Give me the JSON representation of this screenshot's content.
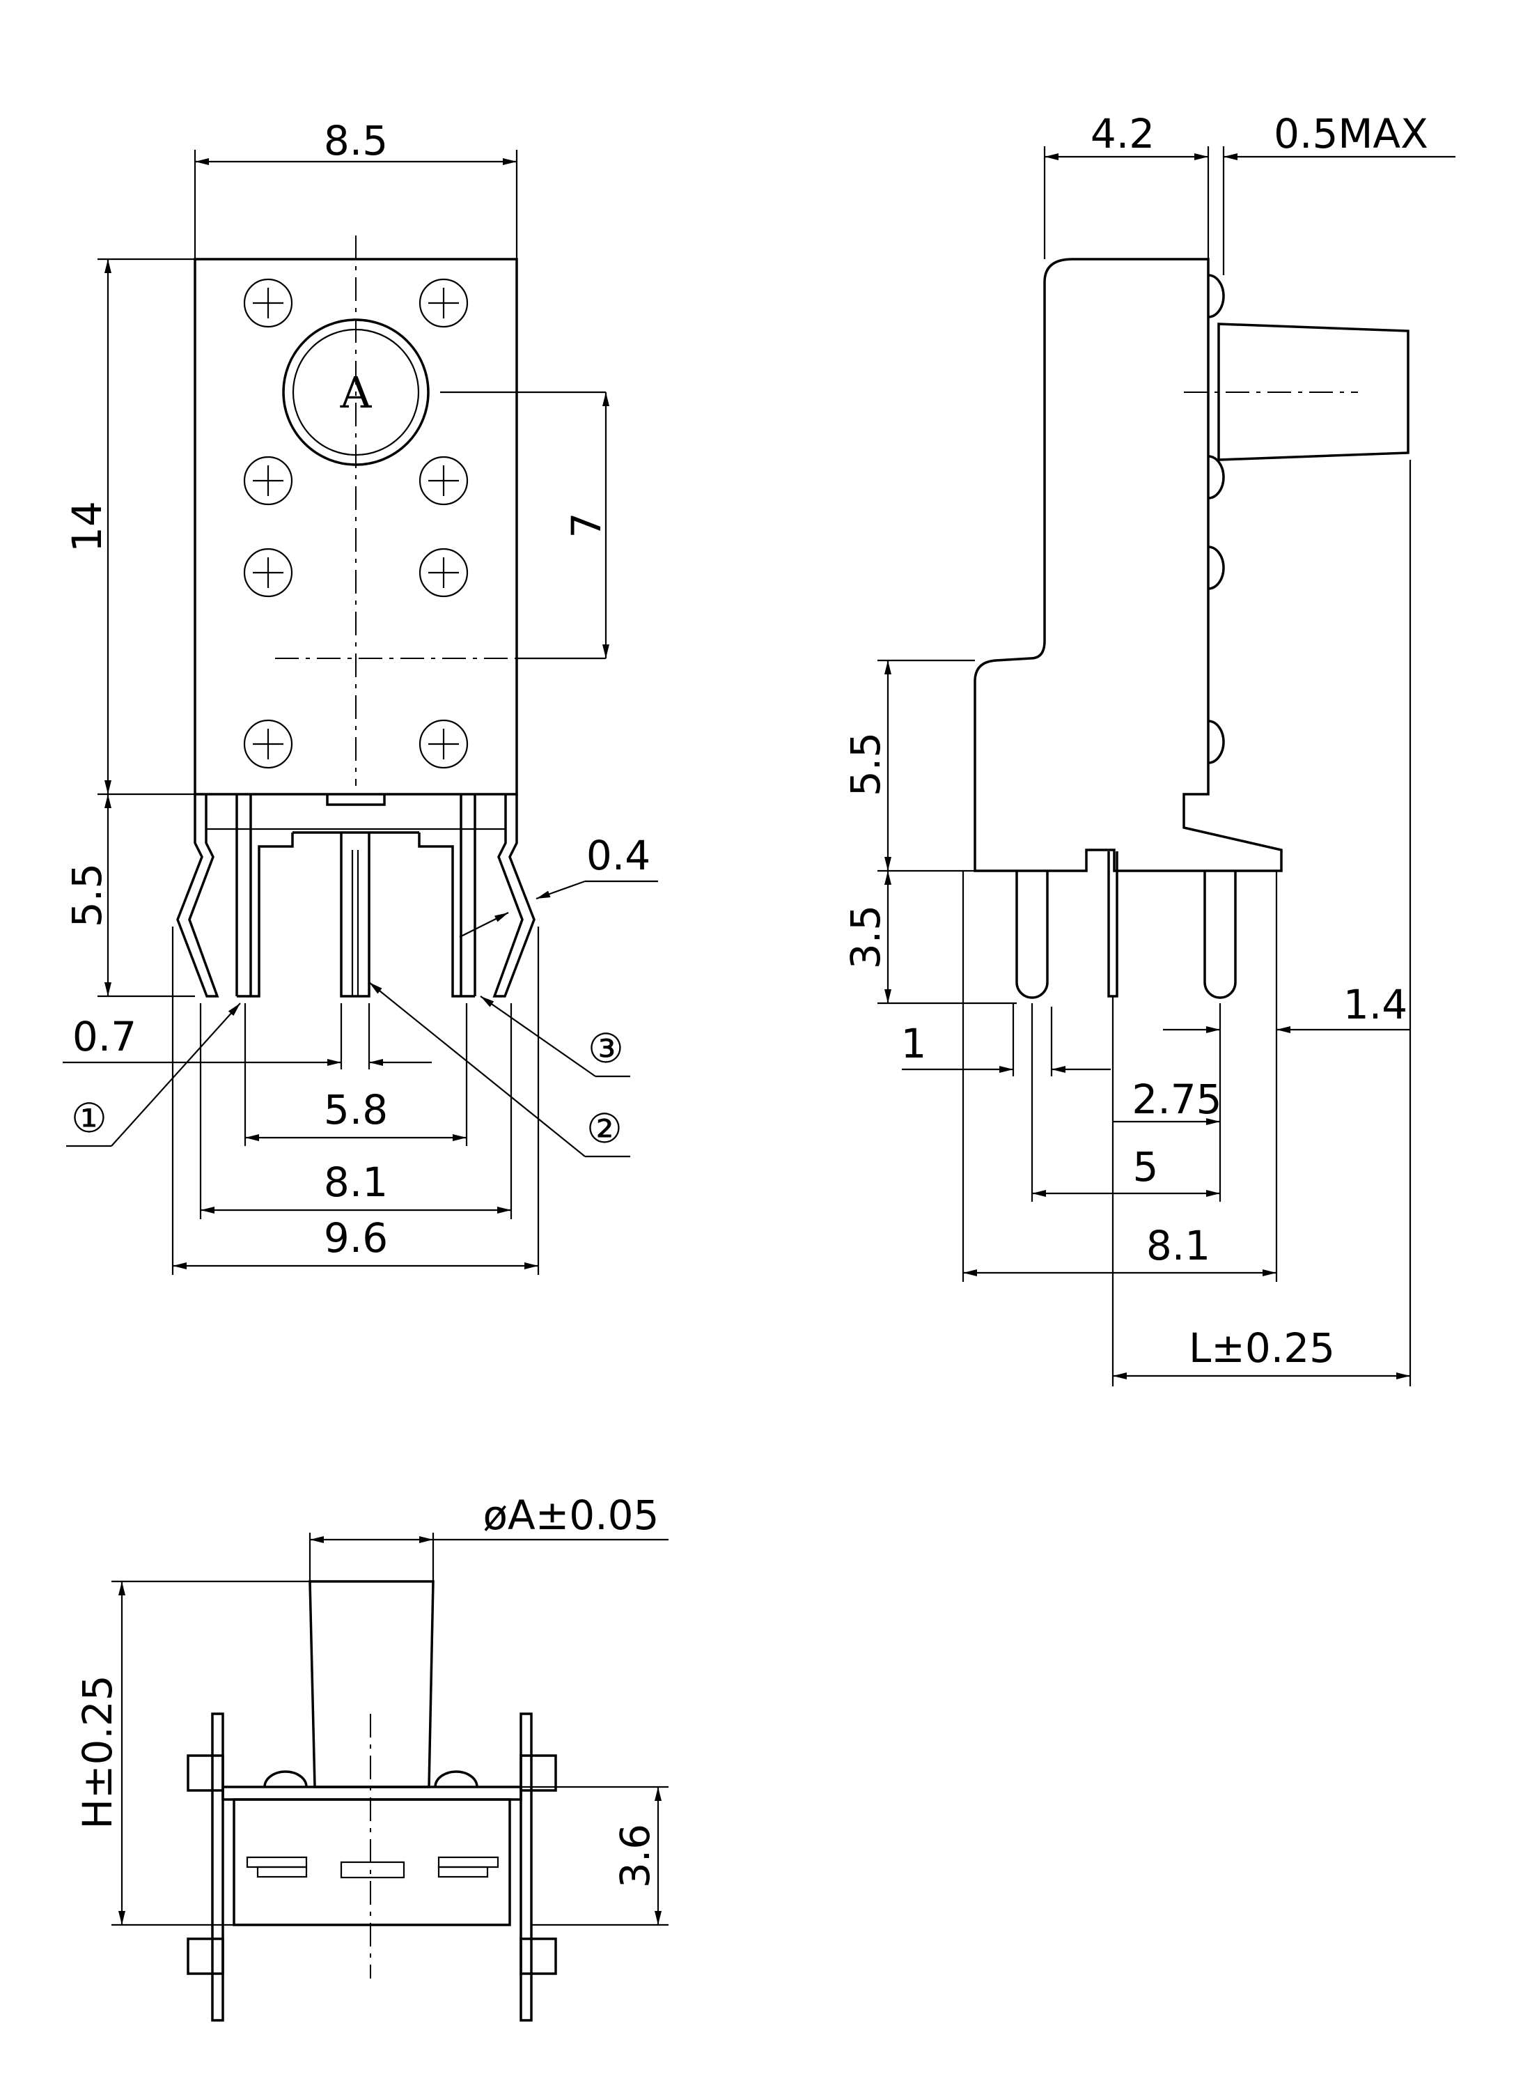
{
  "front_view": {
    "button_letter": "A",
    "dims": {
      "top_width": "8.5",
      "body_height": "14",
      "button_offset": "7",
      "terminal_height": "5.5",
      "pin_width": "0.7",
      "lead_thickness": "0.4",
      "pin_pitch": "5.8",
      "lead_span": "8.1",
      "outer_span": "9.6"
    },
    "pin_labels": [
      "①",
      "②",
      "③"
    ]
  },
  "side_view": {
    "dims": {
      "body_depth": "4.2",
      "protrusion": "0.5MAX",
      "post_height": "5.5",
      "terminal_height": "3.5",
      "pin_offset_left": "1",
      "pin_offset_right": "1.4",
      "pitch_small": "2.75",
      "pitch_large": "5",
      "footprint": "8.1",
      "length": "L±0.25"
    }
  },
  "bottom_view": {
    "dims": {
      "actuator_diameter": "øA±0.05",
      "height": "H±0.25",
      "body_height": "3.6"
    }
  },
  "colors": {
    "line": "#000000",
    "background": "#ffffff"
  }
}
